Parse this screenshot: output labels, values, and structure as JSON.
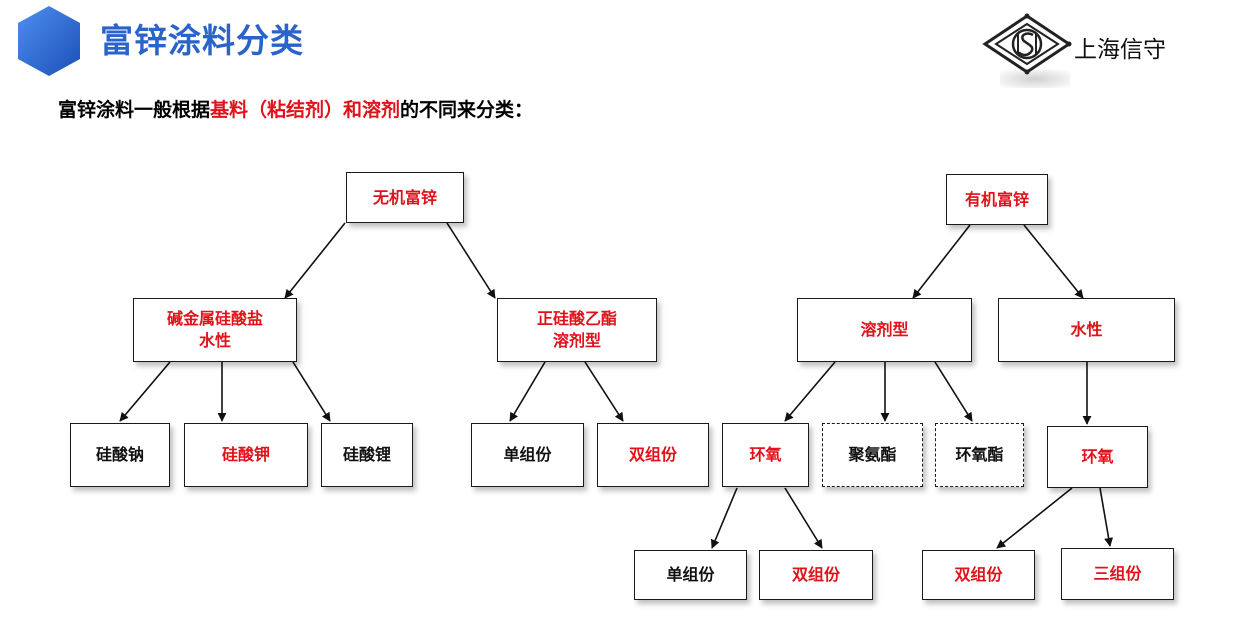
{
  "header": {
    "title": "富锌涂料分类",
    "brand_name": "上海信守",
    "accent_color": "#2a63c9"
  },
  "subtitle": {
    "prefix": "富锌涂料一般根据",
    "highlight": "基料（粘结剂）和溶剂",
    "suffix": "的不同来分类："
  },
  "tree": {
    "inorganic": {
      "label": "无机富锌",
      "alkali": {
        "line1": "碱金属硅酸盐",
        "line2": "水性"
      },
      "sodium": "硅酸钠",
      "potassium": "硅酸钾",
      "lithium": "硅酸锂",
      "ethyl": {
        "line1": "正硅酸乙酯",
        "line2": "溶剂型"
      },
      "ethyl_single": "单组份",
      "ethyl_double": "双组份"
    },
    "organic": {
      "label": "有机富锌",
      "solvent": "溶剂型",
      "water": "水性",
      "solvent_epoxy": "环氧",
      "polyurethane": "聚氨酯",
      "epoxy_ester": "环氧酯",
      "water_epoxy": "环氧",
      "solvent_epoxy_single": "单组份",
      "solvent_epoxy_double": "双组份",
      "water_epoxy_double": "双组份",
      "water_epoxy_triple": "三组份"
    }
  },
  "colors": {
    "highlight": "#e0121a",
    "text": "#111111"
  }
}
